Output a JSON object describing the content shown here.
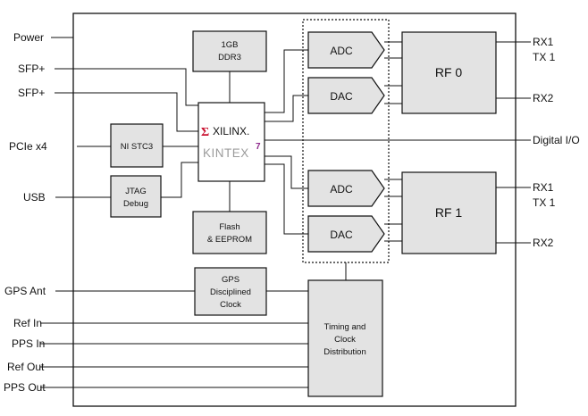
{
  "left_ports": {
    "power": "Power",
    "sfp1": "SFP+",
    "sfp2": "SFP+",
    "pcie": "PCIe x4",
    "usb": "USB",
    "gps_ant": "GPS Ant",
    "ref_in": "Ref In",
    "pps_in": "PPS In",
    "ref_out": "Ref Out",
    "pps_out": "PPS Out"
  },
  "right_ports": {
    "rx1_a": "RX1",
    "tx1_a": "TX 1",
    "rx2_a": "RX2",
    "digital_io": "Digital I/O",
    "rx1_b": "RX1",
    "tx1_b": "TX 1",
    "rx2_b": "RX2"
  },
  "blocks": {
    "ddr_line1": "1GB",
    "ddr_line2": "DDR3",
    "fpga_brand": "XILINX.",
    "fpga_family": "KINTEX",
    "stc_label": "NI STC3",
    "jtag_line1": "JTAG",
    "jtag_line2": "Debug",
    "flash_line1": "Flash",
    "flash_line2": "& EEPROM",
    "gps_line1": "GPS",
    "gps_line2": "Disciplined",
    "gps_line3": "Clock",
    "timing_line1": "Timing and",
    "timing_line2": "Clock",
    "timing_line3": "Distribution",
    "adc_top": "ADC",
    "dac_top": "DAC",
    "adc_bottom": "ADC",
    "dac_bottom": "DAC",
    "rf0": "RF 0",
    "rf1": "RF 1"
  },
  "colors": {
    "block_fill": "#e3e3e3",
    "xilinx_red": "#c8102e",
    "kintex_gray": "#9b9b9b",
    "kintex_accent": "#8e2a8c"
  }
}
